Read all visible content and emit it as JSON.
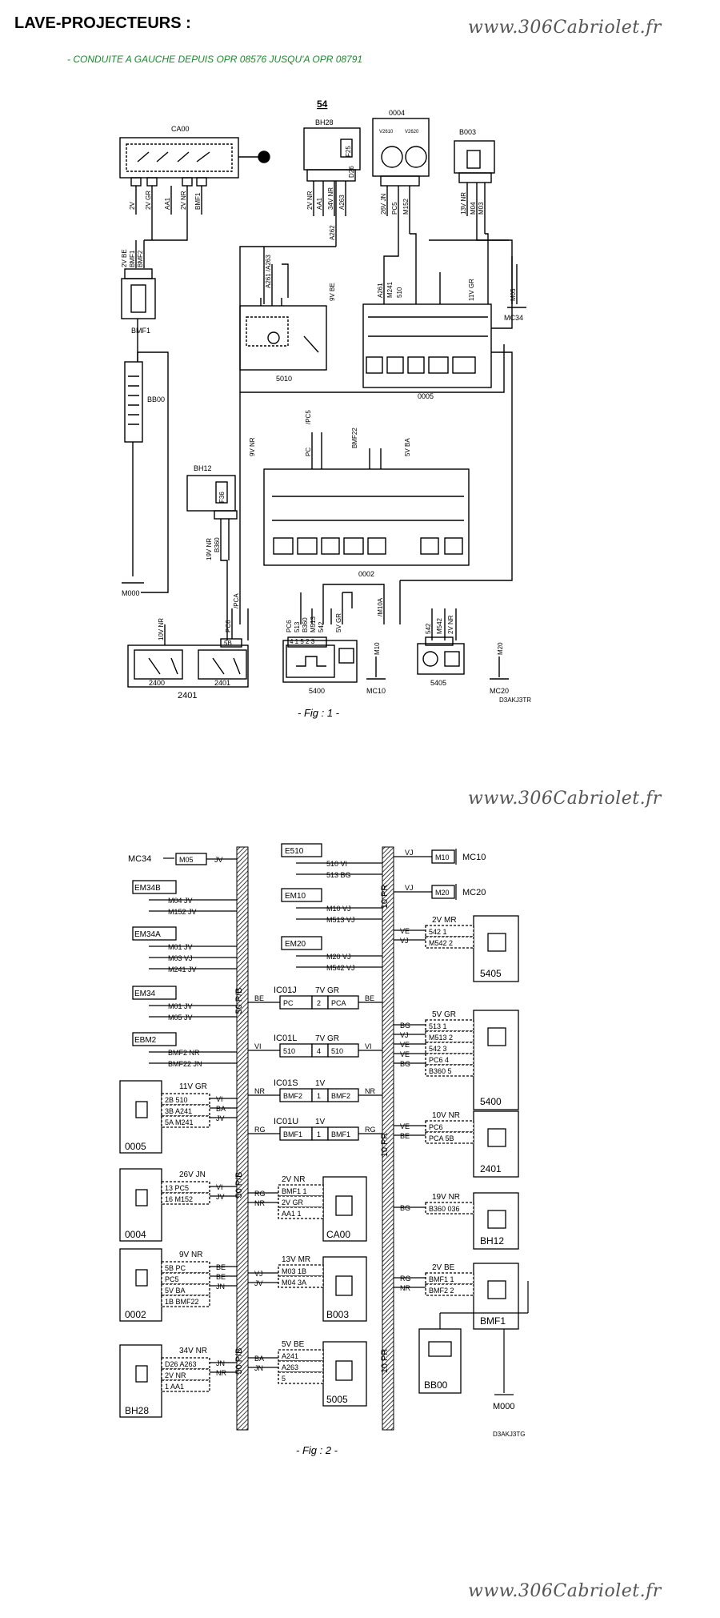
{
  "header": {
    "title": "LAVE-PROJECTEURS :",
    "subtitle": "-  CONDUITE A GAUCHE DEPUIS OPR 08576 JUSQU'A OPR 08791"
  },
  "watermark": "www.306Cabriolet.fr",
  "fig1": {
    "caption": "- Fig : 1 -",
    "ref": "D3AKJ3TR",
    "label_54": "54",
    "components": {
      "CA00": "CA00",
      "BH28": "BH28",
      "c0004": "0004",
      "B003": "B003",
      "BMF1": "BMF1",
      "BB00": "BB00",
      "BH12": "BH12",
      "c5010": "5010",
      "c0005": "0005",
      "c0002": "0002",
      "M000": "M000",
      "MC34": "MC34",
      "c2400": "2400",
      "c2401a": "2401",
      "c2401": "2401",
      "c5400": "5400",
      "c5405": "5405",
      "MC10": "MC10",
      "MC20": "MC20"
    },
    "wires": {
      "ca00_1": "2V",
      "ca00_2": "2V GR",
      "ca00_3": "AA1",
      "ca00_4": "2V NR",
      "ca00_5": "BMF1",
      "bh28_1": "2V NR",
      "bh28_2": "AA1",
      "bh28_3": "34V NR",
      "bh28_4": "A263",
      "bh28_5": "D26",
      "bh28_f": "F25",
      "v2610": "V2610",
      "v2620": "V2620",
      "c0004_1": "26V JN",
      "c0004_2": "PC5",
      "c0004_3": "M152",
      "b003_1": "13V NR",
      "b003_2": "M04",
      "b003_3": "M03",
      "a262": "A262",
      "a261_a263": "A261 /A263",
      "bmf_1": "2V BE",
      "bmf_2": "BMF1",
      "bmf_3": "BMF2",
      "c9vbe": "9V BE",
      "c0005_a": "A261",
      "c0005_b": "M241",
      "c0005_c": "510",
      "c11vgr": "11V GR",
      "m05": "M05",
      "c9vnr": "9V NR",
      "pc5": "/PC5",
      "pc": "PC",
      "bmf22": "BMF22",
      "c5vba": "5V BA",
      "c19vnr": "19V NR",
      "b360": "B360",
      "f36": "F36",
      "pca": "/PCA",
      "c10vnr": "10V NR",
      "pc6": "PC6",
      "w513": "513",
      "w_b360": "B360",
      "m513": "M513",
      "w542": "542",
      "c5vgr": "5V GR",
      "m10": "M10",
      "m10a": "/M10A",
      "w542b": "542",
      "m542": "M542",
      "c2vnr": "2V NR",
      "m20": "M20",
      "c2401_5b": "5B",
      "c5400_pins": "4 1 5 2 3"
    }
  },
  "fig2": {
    "caption": "- Fig : 2 -",
    "ref": "D3AKJ3TG",
    "bus_left_1": "50 P/B",
    "bus_left_2": "50 P/B",
    "bus_left_3": "50 P/B",
    "bus_right_1": "10 PR",
    "bus_right_2": "10 PR",
    "bus_right_3": "10 PR",
    "left_blocks": [
      {
        "id": "MC34",
        "rows": [
          "M05  JV"
        ]
      },
      {
        "id": "EM34B",
        "rows": [
          "M04  JV",
          "M152  JV"
        ]
      },
      {
        "id": "EM34A",
        "rows": [
          "M01  JV",
          "M03  VJ",
          "M241  JV"
        ]
      },
      {
        "id": "EM34",
        "rows": [
          "M01  JV",
          "M05  JV"
        ]
      },
      {
        "id": "EBM2",
        "rows": [
          "BMF2  NR",
          "BMF22  JN"
        ]
      }
    ],
    "center_blocks": [
      {
        "id": "E510",
        "rows": [
          "510  VI",
          "513  BG"
        ]
      },
      {
        "id": "EM10",
        "rows": [
          "M10  VJ",
          "M513  VJ"
        ]
      },
      {
        "id": "EM20",
        "rows": [
          "M20  VJ",
          "M542  VJ"
        ]
      }
    ],
    "mid_connectors": [
      {
        "id": "IC01J",
        "hdr": "7V  GR",
        "cells": [
          "PC",
          "2",
          "PCA"
        ],
        "l": "BE",
        "r": "BE"
      },
      {
        "id": "IC01L",
        "hdr": "7V  GR",
        "cells": [
          "510",
          "4",
          "510"
        ],
        "l": "VI",
        "r": "VI"
      },
      {
        "id": "IC01S",
        "hdr": "1V",
        "cells": [
          "BMF2",
          "1",
          "BMF2"
        ],
        "l": "NR",
        "r": "NR"
      },
      {
        "id": "IC01U",
        "hdr": "1V",
        "cells": [
          "BMF1",
          "1",
          "BMF1"
        ],
        "l": "RG",
        "r": "RG"
      }
    ],
    "left_devices": [
      {
        "id": "0005",
        "hdr": "11V  GR",
        "rows": [
          "2B  510",
          "3B  A241",
          "5A  M241"
        ],
        "wires": [
          "VI",
          "BA",
          "JV"
        ]
      },
      {
        "id": "0004",
        "hdr": "26V  JN",
        "rows": [
          "13  PC5",
          "16  M152"
        ],
        "wires": [
          "VI",
          "JV"
        ]
      },
      {
        "id": "0002",
        "hdr": "9V  NR",
        "rows": [
          "5B  PC",
          "PC5",
          "5V  BA",
          "1B  BMF22"
        ],
        "wires": [
          "BE",
          "BE",
          "JN"
        ]
      },
      {
        "id": "BH28",
        "hdr": "34V  NR",
        "rows": [
          "D26  A263",
          "2V  NR",
          "1  AA1"
        ],
        "wires": [
          "JN",
          "NR"
        ]
      }
    ],
    "center_devices": [
      {
        "id": "CA00",
        "hdr": "2V  NR",
        "rows": [
          "BMF1  1",
          "2V  GR",
          "AA1  1"
        ],
        "wires": [
          "RG",
          "NR"
        ]
      },
      {
        "id": "B003",
        "hdr": "13V  MR",
        "rows": [
          "M03  1B",
          "M04  3A"
        ],
        "wires": [
          "VJ",
          "JV"
        ]
      },
      {
        "id": "5005",
        "hdr": "5V  BE",
        "rows": [
          "A241",
          "A263",
          "5"
        ],
        "wires": [
          "BA",
          "JN"
        ]
      }
    ],
    "right_grounds": [
      {
        "id": "MC10",
        "pin": "M10",
        "wire": "VJ"
      },
      {
        "id": "MC20",
        "pin": "M20",
        "wire": "VJ"
      }
    ],
    "right_devices": [
      {
        "id": "5405",
        "hdr": "2V  MR",
        "rows": [
          "542  1",
          "M542  2"
        ],
        "wires": [
          "VE",
          "VJ"
        ]
      },
      {
        "id": "5400",
        "hdr": "5V  GR",
        "rows": [
          "513  1",
          "M513  2",
          "542  3",
          "PC6  4",
          "B360  5"
        ],
        "wires": [
          "BG",
          "VJ",
          "VE",
          "VE",
          "BG"
        ]
      },
      {
        "id": "2401",
        "hdr": "10V  NR",
        "rows": [
          "PC6",
          "PCA  5B"
        ],
        "wires": [
          "VE",
          "BE"
        ]
      },
      {
        "id": "BH12",
        "hdr": "19V  NR",
        "rows": [
          "B360  036"
        ],
        "wires": [
          "BG"
        ]
      },
      {
        "id": "BMF1",
        "hdr": "2V  BE",
        "rows": [
          "BMF1  1",
          "BMF2  2"
        ],
        "wires": [
          "RG",
          "NR"
        ]
      }
    ],
    "bb00": "BB00",
    "m000": "M000"
  }
}
